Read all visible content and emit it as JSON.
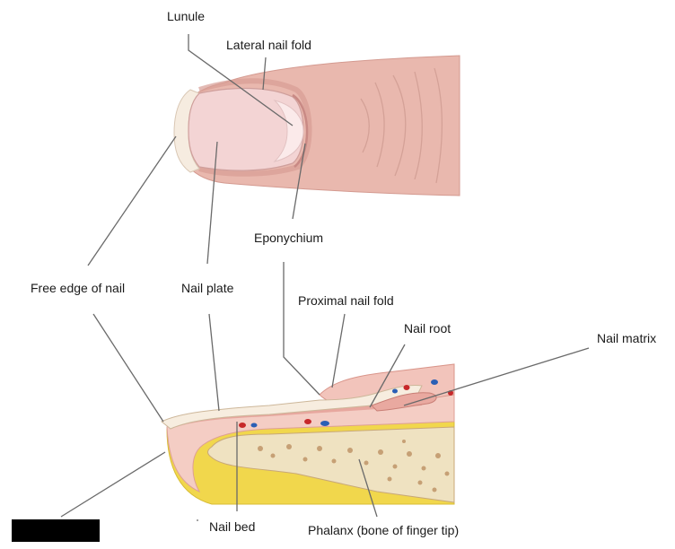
{
  "labels": {
    "lunule": "Lunule",
    "lateral_nail_fold": "Lateral nail fold",
    "eponychium": "Eponychium",
    "free_edge": "Free edge of nail",
    "nail_plate": "Nail plate",
    "proximal_nail_fold": "Proximal nail fold",
    "nail_root": "Nail root",
    "nail_matrix": "Nail matrix",
    "nail_bed": "Nail bed",
    "phalanx": "Phalanx (bone of finger tip)"
  },
  "colors": {
    "skin": "#e8b6ad",
    "skin_shadow": "#d59a92",
    "nail_plate": "#f2d3d3",
    "nail_edge": "#f7ece0",
    "fat": "#f1d64a",
    "bone": "#efe2c0",
    "bone_pore": "#b9865a",
    "vessel_red": "#c7282a",
    "vessel_blue": "#2b5fb5",
    "dermis": "#f3cbc3",
    "leader": "#666666"
  }
}
